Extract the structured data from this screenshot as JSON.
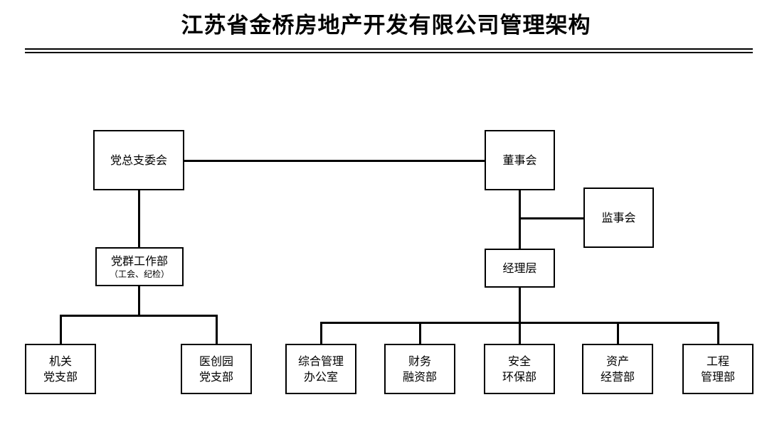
{
  "document": {
    "title": "江苏省金桥房地产开发有限公司管理架构",
    "divider": "double-rule"
  },
  "chart_data": {
    "type": "diagram",
    "subtype": "organizational-chart",
    "title": "江苏省金桥房地产开发有限公司管理架构",
    "orientation": "top-down",
    "background": "#ffffff",
    "line_color": "#000000",
    "box_border_color": "#000000",
    "nodes": [
      {
        "id": "party_committee",
        "label": "党总支委会",
        "level": 1,
        "branch": "party"
      },
      {
        "id": "board",
        "label": "董事会",
        "level": 1,
        "branch": "corporate"
      },
      {
        "id": "supervisory",
        "label": "监事会",
        "level": 2,
        "branch": "corporate"
      },
      {
        "id": "party_work_dept",
        "label": "党群工作部",
        "sublabel": "（工会、纪检）",
        "level": 2,
        "branch": "party"
      },
      {
        "id": "management",
        "label": "经理层",
        "level": 2,
        "branch": "corporate"
      },
      {
        "id": "organ_branch",
        "line1": "机关",
        "line2": "党支部",
        "level": 3,
        "branch": "party"
      },
      {
        "id": "yichuangyuan_branch",
        "line1": "医创园",
        "line2": "党支部",
        "level": 3,
        "branch": "party"
      },
      {
        "id": "general_admin",
        "line1": "综合管理",
        "line2": "办公室",
        "level": 3,
        "branch": "corporate"
      },
      {
        "id": "finance",
        "line1": "财务",
        "line2": "融资部",
        "level": 3,
        "branch": "corporate"
      },
      {
        "id": "safety_env",
        "line1": "安全",
        "line2": "环保部",
        "level": 3,
        "branch": "corporate"
      },
      {
        "id": "asset_ops",
        "line1": "资产",
        "line2": "经营部",
        "level": 3,
        "branch": "corporate"
      },
      {
        "id": "engineering",
        "line1": "工程",
        "line2": "管理部",
        "level": 3,
        "branch": "corporate"
      }
    ],
    "edges": [
      {
        "from": "party_committee",
        "to": "board",
        "style": "horizontal"
      },
      {
        "from": "board",
        "to": "supervisory",
        "style": "elbow-right"
      },
      {
        "from": "board",
        "to": "management",
        "style": "vertical"
      },
      {
        "from": "party_committee",
        "to": "party_work_dept",
        "style": "vertical"
      },
      {
        "from": "party_work_dept",
        "to": "organ_branch",
        "style": "bus"
      },
      {
        "from": "party_work_dept",
        "to": "yichuangyuan_branch",
        "style": "bus"
      },
      {
        "from": "management",
        "to": "general_admin",
        "style": "bus"
      },
      {
        "from": "management",
        "to": "finance",
        "style": "bus"
      },
      {
        "from": "management",
        "to": "safety_env",
        "style": "bus"
      },
      {
        "from": "management",
        "to": "asset_ops",
        "style": "bus"
      },
      {
        "from": "management",
        "to": "engineering",
        "style": "bus"
      }
    ]
  }
}
